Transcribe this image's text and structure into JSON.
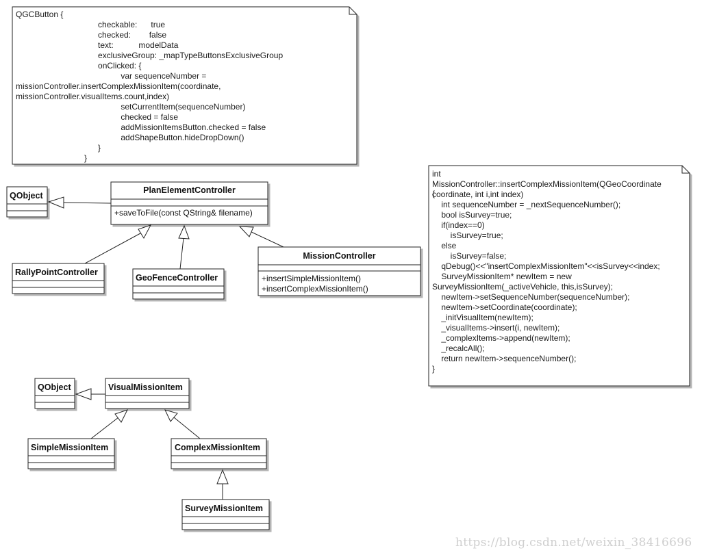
{
  "qgc_button_note": {
    "lines": [
      "QGCButton {",
      "                                    checkable:      true",
      "                                    checked:        false",
      "                                    text:           modelData",
      "                                    exclusiveGroup: _mapTypeButtonsExclusiveGroup",
      "                                    onClicked: {",
      "                                              var sequenceNumber =",
      "missionController.insertComplexMissionItem(coordinate,",
      "missionController.visualItems.count,index)",
      "                                              setCurrentItem(sequenceNumber)",
      "                                              checked = false",
      "                                              addMissionItemsButton.checked = false",
      "                                              addShapeButton.hideDropDown()",
      "                                    }",
      "                              }"
    ]
  },
  "insert_complex_note": {
    "lines": [
      "int",
      "MissionController::insertComplexMissionItem(QGeoCoordinate",
      "coordinate, int i,int index)",
      "    int sequenceNumber = _nextSequenceNumber();",
      "    bool isSurvey=true;",
      "    if(index==0)",
      "        isSurvey=true;",
      "    else",
      "        isSurvey=false;",
      "    qDebug()<<\"insertComplexMissionItem\"<<isSurvey<<index;",
      "    SurveyMissionItem* newItem = new",
      "SurveyMissionItem(_activeVehicle, this,isSurvey);",
      "    newItem->setSequenceNumber(sequenceNumber);",
      "    newItem->setCoordinate(coordinate);",
      "    _initVisualItem(newItem);",
      "    _visualItems->insert(i, newItem);",
      "    _complexItems->append(newItem);",
      "    _recalcAll();",
      "    return newItem->sequenceNumber();",
      "}"
    ],
    "open_brace": "{"
  },
  "classes": {
    "qobject_1": {
      "name": "QObject"
    },
    "plan_element_controller": {
      "name": "PlanElementController",
      "operations": [
        "+saveToFile(const QString& filename)"
      ]
    },
    "rally_point_controller": {
      "name": "RallyPointController"
    },
    "geo_fence_controller": {
      "name": "GeoFenceController"
    },
    "mission_controller": {
      "name": "MissionController",
      "operations": [
        "+insertSimpleMissionItem()",
        "+insertComplexMissionItem()"
      ]
    },
    "qobject_2": {
      "name": "QObject"
    },
    "visual_mission_item": {
      "name": "VisualMissionItem"
    },
    "simple_mission_item": {
      "name": "SimpleMissionItem"
    },
    "complex_mission_item": {
      "name": "ComplexMissionItem"
    },
    "survey_mission_item": {
      "name": "SurveyMissionItem"
    }
  },
  "watermark": "https://blog.csdn.net/weixin_38416696",
  "colors": {
    "line": "#222222",
    "shadow": "#a8a8a8",
    "text": "#111111",
    "watermark": "#cfcfcf"
  }
}
